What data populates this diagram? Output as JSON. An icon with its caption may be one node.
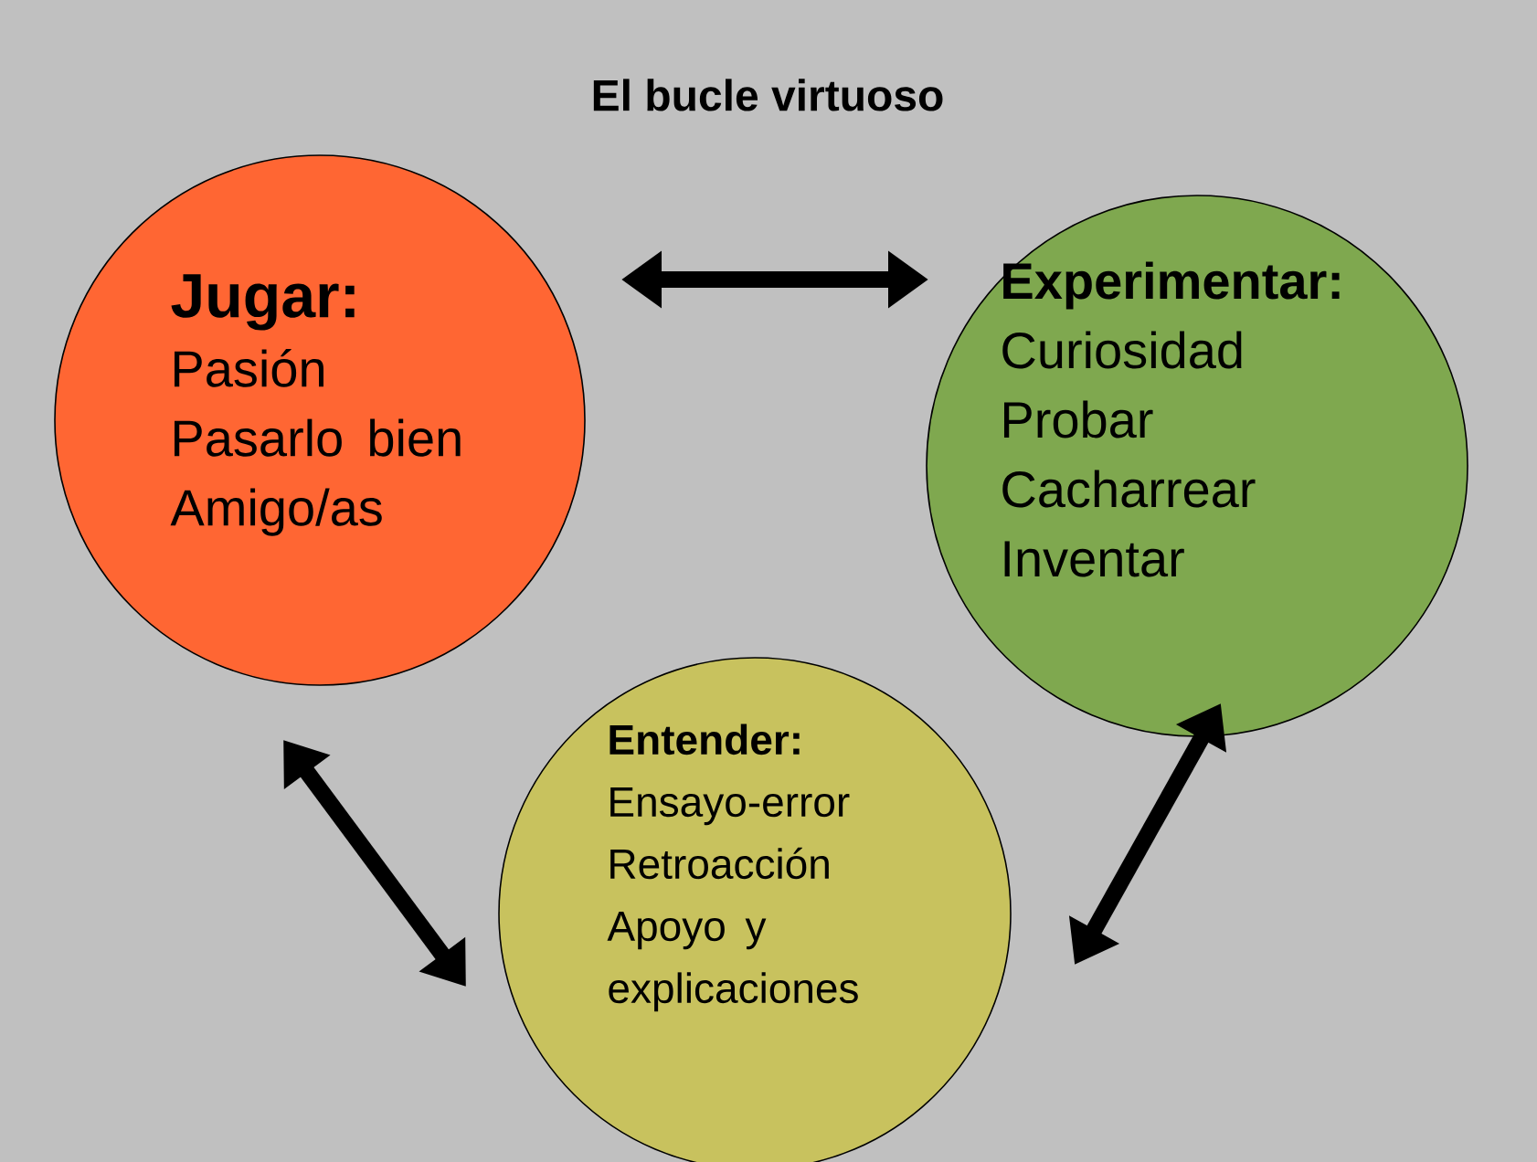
{
  "diagram": {
    "title": "El bucle virtuoso",
    "nodes": [
      {
        "text": [
          "Jugar:",
          "Pasión",
          "Pasarlo bien",
          "Amigo/as"
        ]
      },
      {
        "text": [
          "Experimentar:",
          "Curiosidad",
          "Probar",
          "Cacharrear",
          "Inventar"
        ]
      },
      {
        "text": [
          "Entender:",
          "Ensayo-error",
          "Retroacción",
          "Apoyo y explicaciones"
        ]
      }
    ],
    "edges": [
      {
        "from": 0,
        "to": 1,
        "arrow": "both"
      },
      {
        "from": 0,
        "to": 2,
        "arrow": "both"
      },
      {
        "from": 1,
        "to": 2,
        "arrow": "both"
      }
    ]
  }
}
